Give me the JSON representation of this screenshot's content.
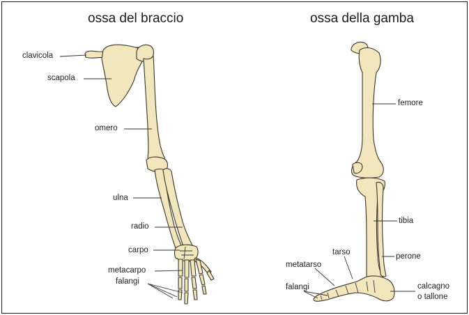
{
  "titles": {
    "arm": "ossa del braccio",
    "leg": "ossa della gamba"
  },
  "arm_labels": {
    "clavicola": "clavicola",
    "scapola": "scapola",
    "omero": "omero",
    "ulna": "ulna",
    "radio": "radio",
    "carpo": "carpo",
    "metacarpo": "metacarpo",
    "falangi": "falangi"
  },
  "leg_labels": {
    "femore": "femore",
    "tibia": "tibia",
    "tarso": "tarso",
    "perone": "perone",
    "metatarso": "metatarso",
    "falangi": "falangi",
    "calcagno_1": "calcagno",
    "calcagno_2": "o tallone"
  },
  "colors": {
    "bone_fill": "#f2e6bd",
    "bone_outline": "#3a3428",
    "text": "#222222",
    "border": "#1a1a1a"
  }
}
